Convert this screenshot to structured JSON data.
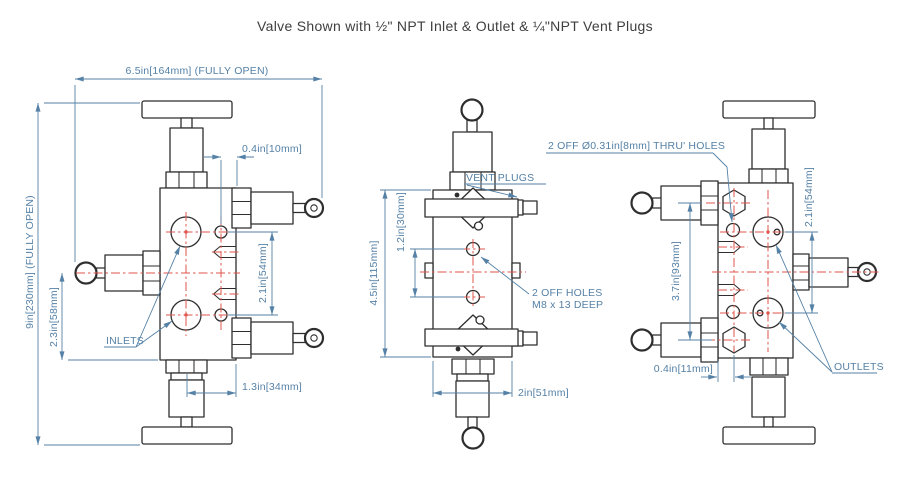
{
  "title": "Valve Shown with ½\" NPT Inlet & Outlet & ¼\"NPT Vent Plugs",
  "colors": {
    "line": "#2e2e2e",
    "dimension": "#5581a6",
    "centerline": "#e0564e"
  },
  "front_view": {
    "dim_width": "6.5in[164mm] (FULLY OPEN)",
    "dim_height": "9in[230mm] (FULLY OPEN)",
    "dim_center_to_base": "2.3in[58mm]",
    "dim_hole_offset": "0.4in[10mm]",
    "dim_port_spacing": "2.1in[54mm]",
    "dim_valve_offset": "1.3in[34mm]",
    "label_inlets": "INLETS"
  },
  "side_view": {
    "dim_body_height": "4.5in[115mm]",
    "dim_hole_spacing": "1.2in[30mm]",
    "dim_body_width": "2in[51mm]",
    "label_vent_plugs": "VENT PLUGS",
    "label_holes_line1": "2 OFF HOLES",
    "label_holes_line2": "M8 x 13 DEEP"
  },
  "rear_view": {
    "dim_port_spacing": "2.1in[54mm]",
    "dim_valve_spacing": "3.7in[93mm]",
    "dim_hole_offset": "0.4in[11mm]",
    "label_thru_holes": "2 OFF Ø0.31in[8mm] THRU' HOLES",
    "label_outlets": "OUTLETS"
  }
}
